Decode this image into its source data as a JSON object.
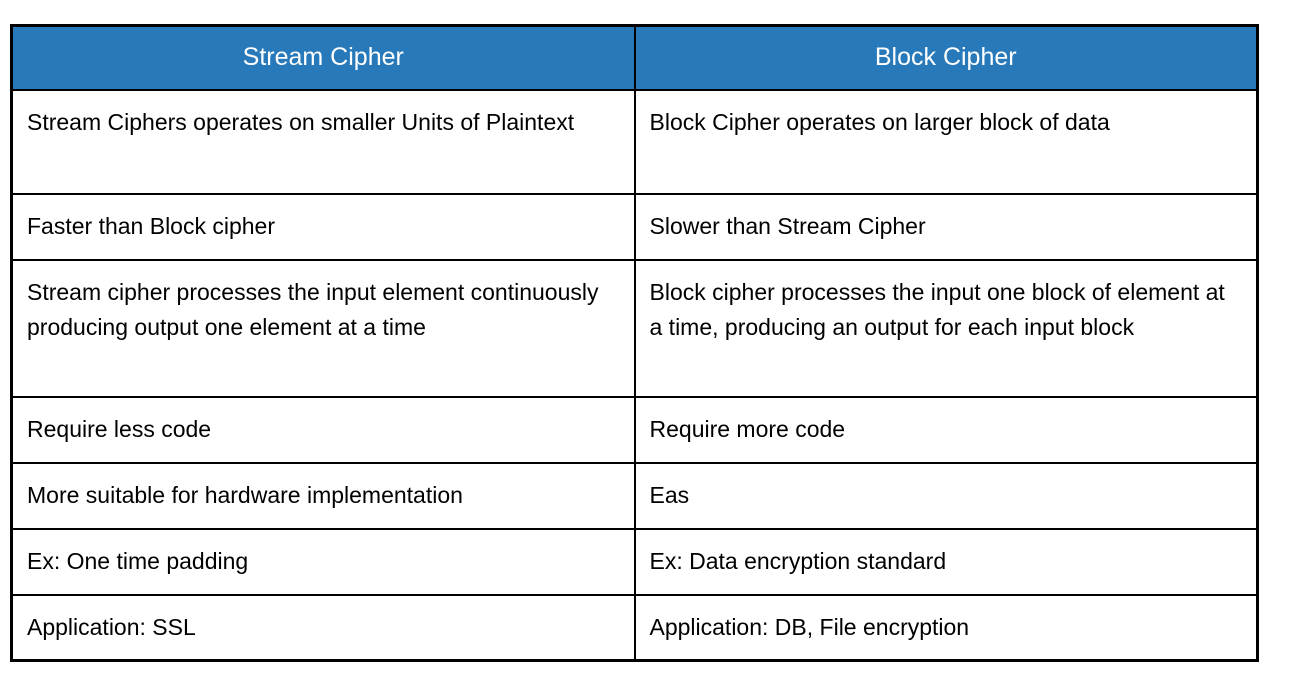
{
  "colors": {
    "header_bg": "#2779BA",
    "header_text": "#FFFFFF",
    "border": "#000000",
    "cell_bg": "#FFFFFF",
    "cell_text": "#000000"
  },
  "table": {
    "headers": {
      "stream": "Stream Cipher",
      "block": "Block Cipher"
    },
    "rows": [
      {
        "stream": "Stream Ciphers operates on smaller Units of Plaintext",
        "block": "Block Cipher operates on larger block of data"
      },
      {
        "stream": "Faster than Block cipher",
        "block": "Slower than Stream Cipher"
      },
      {
        "stream": "Stream cipher processes the input element continuously producing output one element at a time",
        "block": "Block cipher processes the input one block of element at a time, producing an output for each input block"
      },
      {
        "stream": "Require less code",
        "block": "Require more code"
      },
      {
        "stream": "More suitable for hardware implementation",
        "block": "Eas"
      },
      {
        "stream": "Ex: One time padding",
        "block": "Ex: Data encryption standard"
      },
      {
        "stream": "Application: SSL",
        "block": "Application: DB, File encryption"
      }
    ]
  }
}
